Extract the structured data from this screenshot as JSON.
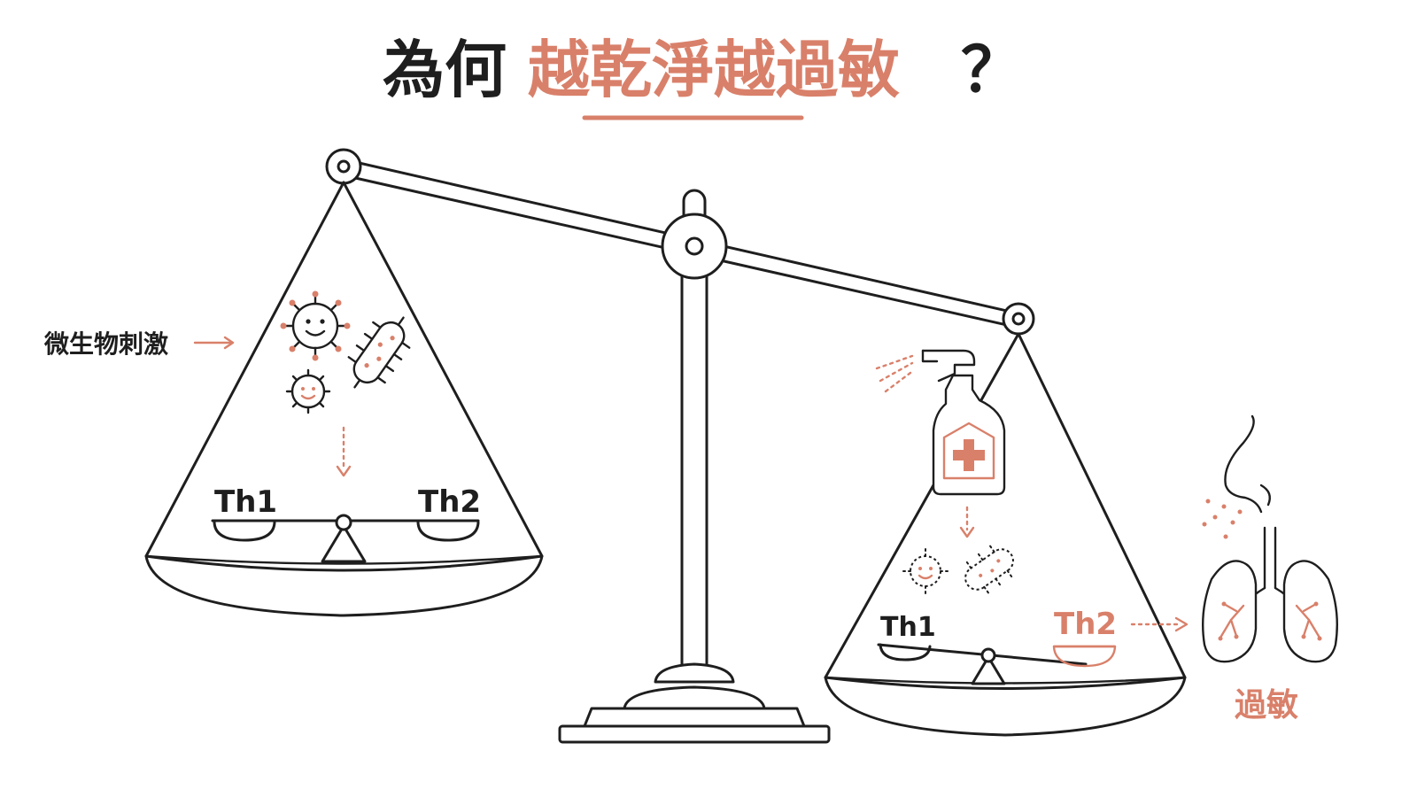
{
  "title": {
    "part1": "為何",
    "part2": "越乾淨越過敏",
    "part3": "？"
  },
  "left_pan": {
    "stimulus_label": "微生物刺激",
    "th1_label": "Th1",
    "th2_label": "Th2"
  },
  "right_pan": {
    "th1_label": "Th1",
    "th2_label": "Th2"
  },
  "outcome_label": "過敏",
  "colors": {
    "accent": "#d9806a",
    "ink": "#1e1e1e",
    "background": "#ffffff"
  },
  "icons": [
    "virus-icon",
    "bacteria-icon",
    "spray-bottle-icon",
    "nose-icon",
    "lungs-icon",
    "arrow-icon"
  ]
}
